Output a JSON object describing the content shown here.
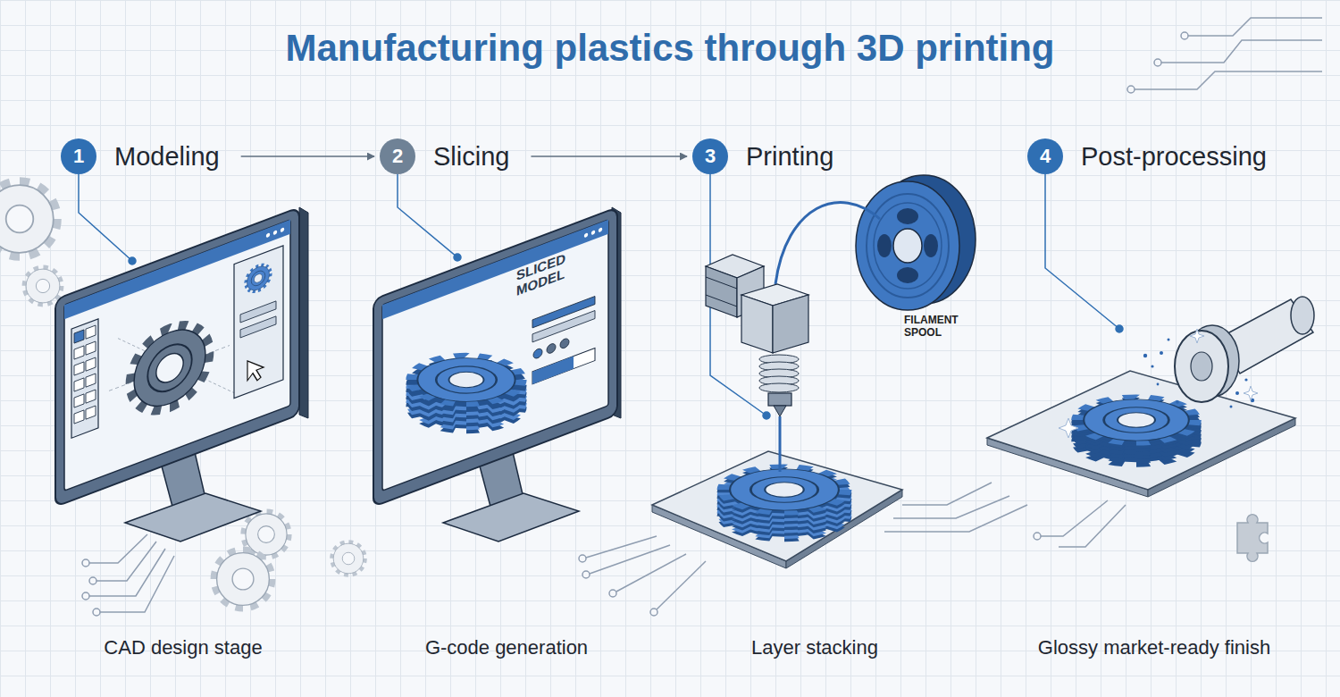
{
  "diagram": {
    "title": "Manufacturing plastics through 3D printing",
    "nodes": [
      {
        "text": [
          "1",
          "Modeling"
        ]
      },
      {
        "text": [
          "2",
          "Slicing"
        ]
      },
      {
        "text": [
          "3",
          "Printing"
        ]
      },
      {
        "text": [
          "4",
          "Post-processing"
        ]
      }
    ],
    "edges": [
      {
        "from": 0,
        "to": 1,
        "arrow": "to"
      },
      {
        "from": 1,
        "to": 2,
        "arrow": "to"
      }
    ],
    "labels": [
      "SLICED MODEL",
      "FILAMENT SPOOL",
      "CAD design stage",
      "G-code generation",
      "Layer stacking",
      "Glossy market-ready finish"
    ]
  }
}
